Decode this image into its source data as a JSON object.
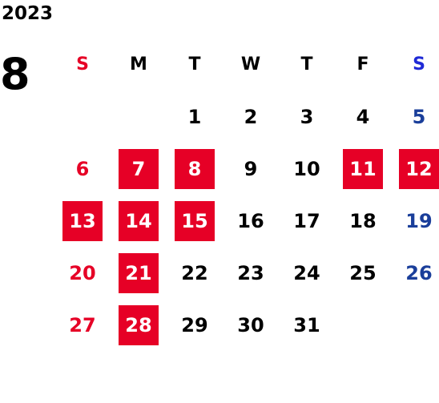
{
  "calendar": {
    "year": "2023",
    "month": "8",
    "weekdays": [
      "S",
      "M",
      "T",
      "W",
      "T",
      "F",
      "S"
    ],
    "weeks": [
      [
        "",
        "",
        "1",
        "2",
        "3",
        "4",
        "5"
      ],
      [
        "6",
        "7",
        "8",
        "9",
        "10",
        "11",
        "12"
      ],
      [
        "13",
        "14",
        "15",
        "16",
        "17",
        "18",
        "19"
      ],
      [
        "20",
        "21",
        "22",
        "23",
        "24",
        "25",
        "26"
      ],
      [
        "27",
        "28",
        "29",
        "30",
        "31",
        "",
        ""
      ]
    ],
    "highlighted_days": [
      "7",
      "8",
      "11",
      "12",
      "13",
      "14",
      "15",
      "21",
      "28"
    ]
  },
  "colors": {
    "highlight": "#e60026",
    "sunday": "#e60026",
    "saturday": "#1a3e9a",
    "text": "#000000"
  }
}
